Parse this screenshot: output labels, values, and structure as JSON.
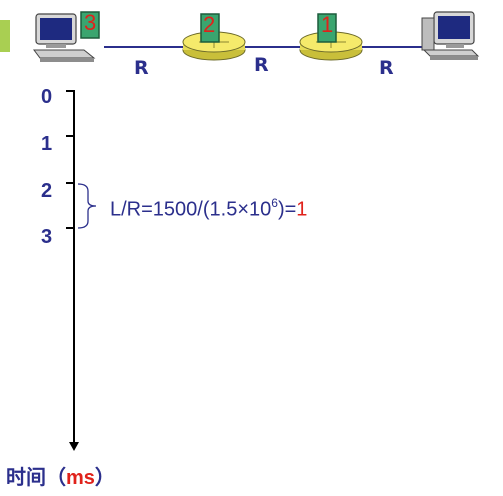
{
  "network": {
    "link_labels": [
      "R",
      "R",
      "R"
    ],
    "source_packet": "3",
    "router1_packet": "2",
    "router2_packet": "1"
  },
  "timeline": {
    "ticks": [
      "0",
      "1",
      "2",
      "3"
    ],
    "formula_text": "L/R=1500/(1.5×10",
    "formula_exp": "6",
    "formula_close": ")=",
    "formula_result": "1",
    "time_label": "时间（",
    "time_unit": "ms",
    "time_close": "）"
  },
  "colors": {
    "text_blue": "#2b2f8c",
    "highlight_red": "#e0221b",
    "packet_green": "#3aa56f",
    "router_yellow": "#f5ea6b",
    "accent_green": "#a9cf52"
  }
}
